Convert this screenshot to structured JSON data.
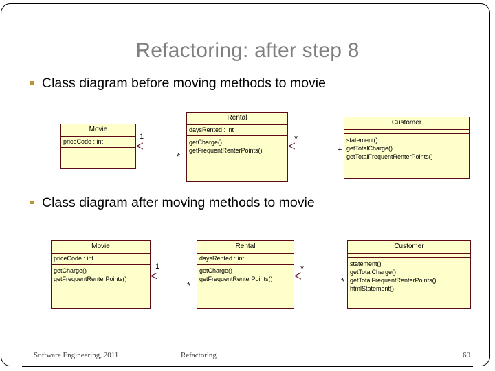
{
  "slide": {
    "title": "Refactoring: after step 8",
    "bullets": [
      {
        "text": "Class diagram before moving methods to movie"
      },
      {
        "text": "Class diagram after moving methods to movie"
      }
    ],
    "footer": {
      "left": "Software Engineering, 2011",
      "center": "Refactoring",
      "page": "60"
    },
    "colors": {
      "title": "#7f7f7f",
      "bullet_marker": "#b8932f",
      "box_fill": "#ffffcc",
      "box_border": "#5c0b17",
      "text": "#000000"
    }
  },
  "diagram_before": {
    "caption": "Class diagram before moving methods to movie",
    "classes": [
      {
        "name": "Movie",
        "attributes": [
          "priceCode : int"
        ],
        "operations": []
      },
      {
        "name": "Rental",
        "attributes": [
          "daysRented : int"
        ],
        "operations": [
          "getCharge()",
          "getFrequentRenterPoints()"
        ]
      },
      {
        "name": "Customer",
        "attributes": [],
        "operations": [
          "statement()",
          "getTotalCharge()",
          "getTotalFrequentRenterPoints()"
        ]
      }
    ],
    "associations": [
      {
        "from": "Rental",
        "to": "Movie",
        "source_multiplicity": "*",
        "target_multiplicity": "1"
      },
      {
        "from": "Customer",
        "to": "Rental",
        "source_multiplicity": "+",
        "target_multiplicity": "*"
      }
    ]
  },
  "diagram_after": {
    "caption": "Class diagram after moving methods to movie",
    "classes": [
      {
        "name": "Movie",
        "attributes": [
          "priceCode : int"
        ],
        "operations": [
          "getCharge()",
          "getFrequentRenterPoints()"
        ]
      },
      {
        "name": "Rental",
        "attributes": [
          "daysRented : int"
        ],
        "operations": [
          "getCharge()",
          "getFrequentRenterPoints()"
        ]
      },
      {
        "name": "Customer",
        "attributes": [],
        "operations": [
          "statement()",
          "getTotalCharge()",
          "getTotalFrequentRenterPoints()",
          "htmlStatement()"
        ]
      }
    ],
    "associations": [
      {
        "from": "Rental",
        "to": "Movie",
        "source_multiplicity": "*",
        "target_multiplicity": "1"
      },
      {
        "from": "Customer",
        "to": "Rental",
        "source_multiplicity": "*",
        "target_multiplicity": "*"
      }
    ]
  }
}
